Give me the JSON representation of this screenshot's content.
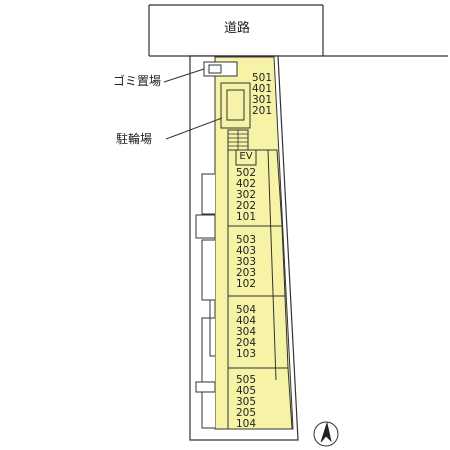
{
  "labels": {
    "road": "道路",
    "trash": "ゴミ置場",
    "bicycle_parking": "駐輪場",
    "elevator": "EV"
  },
  "unit_stacks": [
    [
      "501",
      "401",
      "301",
      "201"
    ],
    [
      "502",
      "402",
      "302",
      "202",
      "101"
    ],
    [
      "503",
      "403",
      "303",
      "203",
      "102"
    ],
    [
      "504",
      "404",
      "304",
      "204",
      "103"
    ],
    [
      "505",
      "405",
      "305",
      "205",
      "104"
    ]
  ],
  "colors": {
    "building_fill": "#f7f3a6",
    "line": "#333333"
  },
  "icons": {
    "compass": "north-arrow-icon"
  }
}
